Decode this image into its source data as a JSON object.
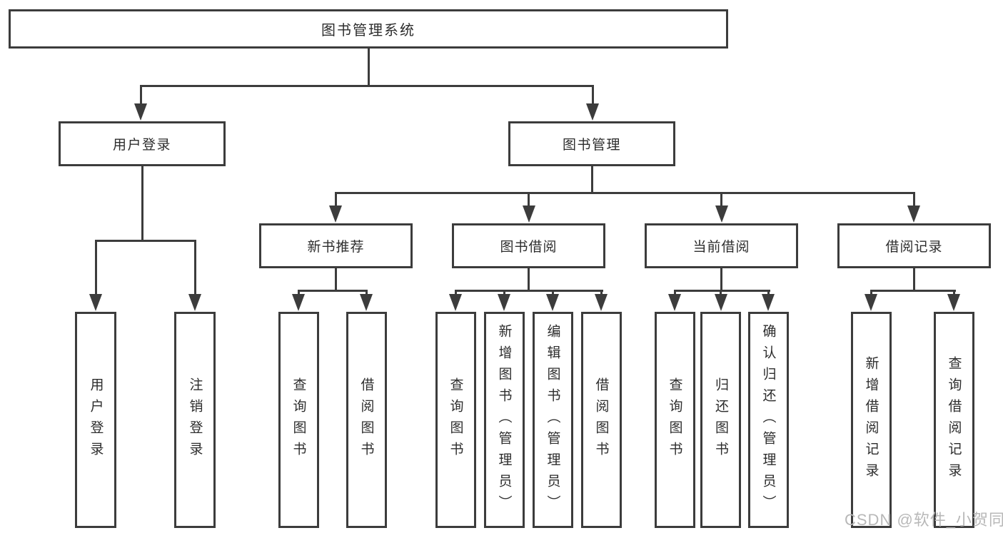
{
  "tree": {
    "root": "图书管理系统",
    "branches": [
      {
        "label": "用户登录",
        "children": [
          {
            "label": "用户登录"
          },
          {
            "label": "注销登录"
          }
        ]
      },
      {
        "label": "图书管理",
        "children": [
          {
            "label": "新书推荐",
            "children": [
              {
                "label": "查询图书"
              },
              {
                "label": "借阅图书"
              }
            ]
          },
          {
            "label": "图书借阅",
            "children": [
              {
                "label": "查询图书"
              },
              {
                "label": "新增图书（管理员）"
              },
              {
                "label": "编辑图书（管理员）"
              },
              {
                "label": "借阅图书"
              }
            ]
          },
          {
            "label": "当前借阅",
            "children": [
              {
                "label": "查询图书"
              },
              {
                "label": "归还图书"
              },
              {
                "label": "确认归还（管理员）"
              }
            ]
          },
          {
            "label": "借阅记录",
            "children": [
              {
                "label": "新增借阅记录"
              },
              {
                "label": "查询借阅记录"
              }
            ]
          }
        ]
      }
    ]
  },
  "watermark": {
    "text": "CSDN @软件_小贺同学"
  },
  "colors": {
    "line": "#3c3c3c",
    "text": "#2d2d2d",
    "background": "#ffffff",
    "watermark": "#b8b8b8"
  }
}
